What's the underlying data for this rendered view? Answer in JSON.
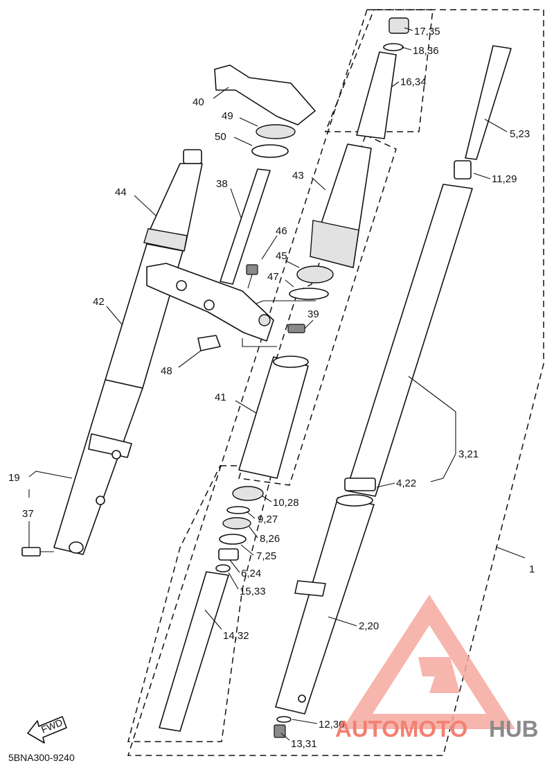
{
  "diagram_code": "5BNA300-9240",
  "fwd_label": "FWD",
  "watermark": {
    "brand_part1": "AUTOMOTO",
    "brand_part2": "HUB",
    "color_primary": "#f26b5b",
    "color_secondary": "#777777"
  },
  "callouts": {
    "c1": "1",
    "c2_20": "2,20",
    "c3_21": "3,21",
    "c4_22": "4,22",
    "c5_23": "5,23",
    "c6_24": "6,24",
    "c7_25": "7,25",
    "c8_26": "8,26",
    "c9_27": "9,27",
    "c10_28": "10,28",
    "c11_29": "11,29",
    "c12_30": "12,30",
    "c13_31": "13,31",
    "c14_32": "14,32",
    "c15_33": "15,33",
    "c16_34": "16,34",
    "c17_35": "17,35",
    "c18_36": "18,36",
    "c19": "19",
    "c37": "37",
    "c38": "38",
    "c39": "39",
    "c40": "40",
    "c41": "41",
    "c42": "42",
    "c43": "43",
    "c44": "44",
    "c45": "45",
    "c46": "46",
    "c47": "47",
    "c48": "48",
    "c49": "49",
    "c50": "50"
  }
}
